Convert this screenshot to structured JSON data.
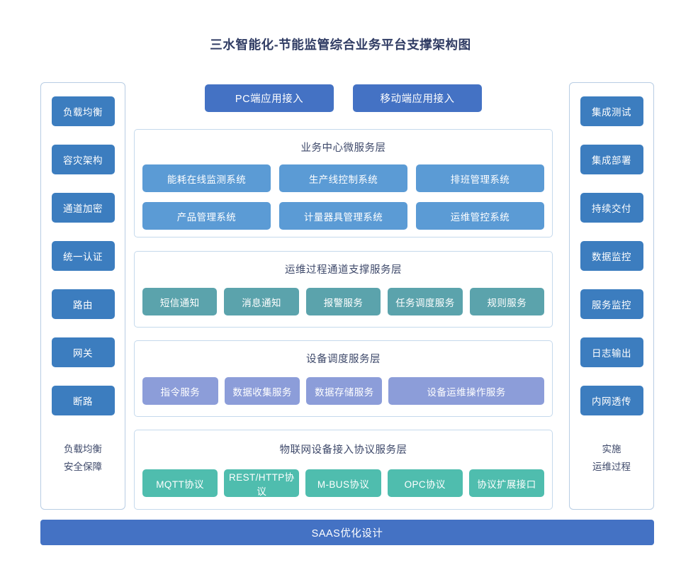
{
  "title": "三水智能化-节能监管综合业务平台支撑架构图",
  "colors": {
    "title_text": "#2f3b63",
    "side_button": "#3c7dbf",
    "access_button": "#4472c4",
    "business_chip": "#5b9bd5",
    "ops_chip": "#5ba3ac",
    "device_chip": "#8c9dd9",
    "iot_chip": "#4fbdae",
    "bottom_bar": "#4472c4",
    "panel_border": "#c5d9ec",
    "column_border": "#b8cde4",
    "layer_title_text": "#3f4a6b",
    "background": "#ffffff"
  },
  "left_column": {
    "items": [
      {
        "label": "负载均衡"
      },
      {
        "label": "容灾架构"
      },
      {
        "label": "通道加密"
      },
      {
        "label": "统一认证"
      },
      {
        "label": "路由"
      },
      {
        "label": "网关"
      },
      {
        "label": "断路"
      }
    ],
    "footer_lines": [
      "负载均衡",
      "安全保障"
    ]
  },
  "right_column": {
    "items": [
      {
        "label": "集成测试"
      },
      {
        "label": "集成部署"
      },
      {
        "label": "持续交付"
      },
      {
        "label": "数据监控"
      },
      {
        "label": "服务监控"
      },
      {
        "label": "日志输出"
      },
      {
        "label": "内网透传"
      }
    ],
    "footer_lines": [
      "实施",
      "运维过程"
    ]
  },
  "access": {
    "buttons": [
      {
        "label": "PC端应用接入"
      },
      {
        "label": "移动端应用接入"
      }
    ]
  },
  "layers": [
    {
      "id": "business",
      "title": "业务中心微服务层",
      "rows": [
        [
          {
            "label": "能耗在线监测系统"
          },
          {
            "label": "生产线控制系统"
          },
          {
            "label": "排班管理系统"
          }
        ],
        [
          {
            "label": "产品管理系统"
          },
          {
            "label": "计量器具管理系统"
          },
          {
            "label": "运维管控系统"
          }
        ]
      ]
    },
    {
      "id": "ops",
      "title": "运维过程通道支撑服务层",
      "rows": [
        [
          {
            "label": "短信通知"
          },
          {
            "label": "消息通知"
          },
          {
            "label": "报警服务"
          },
          {
            "label": "任务调度服务"
          },
          {
            "label": "规则服务"
          }
        ]
      ]
    },
    {
      "id": "device",
      "title": "设备调度服务层",
      "rows": [
        [
          {
            "label": "指令服务",
            "size": "sm"
          },
          {
            "label": "数据收集服务",
            "size": "sm"
          },
          {
            "label": "数据存储服务",
            "size": "sm"
          },
          {
            "label": "设备运维操作服务",
            "size": "lg"
          }
        ]
      ]
    },
    {
      "id": "iot",
      "title": "物联网设备接入协议服务层",
      "rows": [
        [
          {
            "label": "MQTT协议"
          },
          {
            "label": "REST/HTTP协议"
          },
          {
            "label": "M-BUS协议"
          },
          {
            "label": "OPC协议"
          },
          {
            "label": "协议扩展接口"
          }
        ]
      ]
    }
  ],
  "bottom_bar": {
    "label": "SAAS优化设计"
  }
}
